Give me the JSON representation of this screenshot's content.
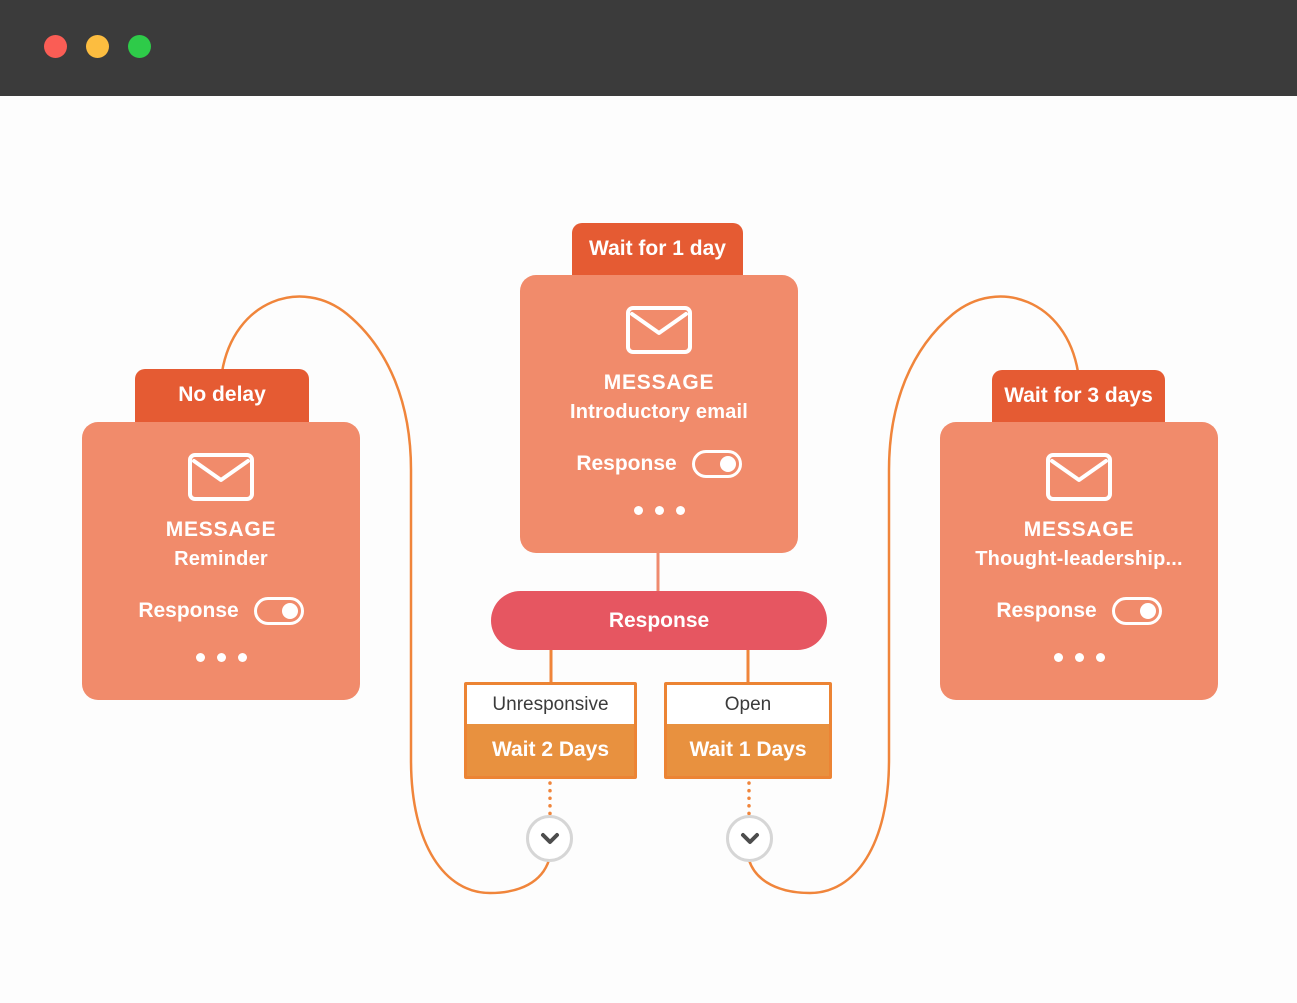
{
  "window": {
    "titlebar_color": "#3b3b3b",
    "traffic_lights": [
      {
        "name": "close-window-button",
        "color": "#fa5d55"
      },
      {
        "name": "minimize-window-button",
        "color": "#fcbd40"
      },
      {
        "name": "zoom-window-button",
        "color": "#2ecb49"
      }
    ]
  },
  "colors": {
    "tab_orange": "#e55b33",
    "card_salmon": "#f18b6b",
    "pill_red": "#e65661",
    "branch_orange": "#e8913f",
    "branch_border": "#ec8434",
    "connector_orange": "#f0853b",
    "connector_salmon": "#ef8a6e",
    "circle_border": "#d6d6d6",
    "chevron_gray": "#4d4d4d",
    "text_dark": "#3b3b3b"
  },
  "icons": {
    "envelope": "envelope-icon",
    "ellipsis": "ellipsis-icon",
    "chevron_down": "chevron-down-icon",
    "toggle": "toggle-on"
  },
  "workflow": {
    "nodes": [
      {
        "id": "left",
        "tab": "No delay",
        "type": "MESSAGE",
        "title": "Reminder",
        "response_label": "Response",
        "toggle_on": true
      },
      {
        "id": "center",
        "tab": "Wait for 1 day",
        "type": "MESSAGE",
        "title": "Introductory email",
        "response_label": "Response",
        "toggle_on": true
      },
      {
        "id": "right",
        "tab": "Wait for 3 days",
        "type": "MESSAGE",
        "title": "Thought-leadership...",
        "response_label": "Response",
        "toggle_on": true
      }
    ],
    "pill": {
      "label": "Response"
    },
    "branches": [
      {
        "condition": "Unresponsive",
        "action": "Wait 2 Days"
      },
      {
        "condition": "Open",
        "action": "Wait 1 Days"
      }
    ]
  }
}
